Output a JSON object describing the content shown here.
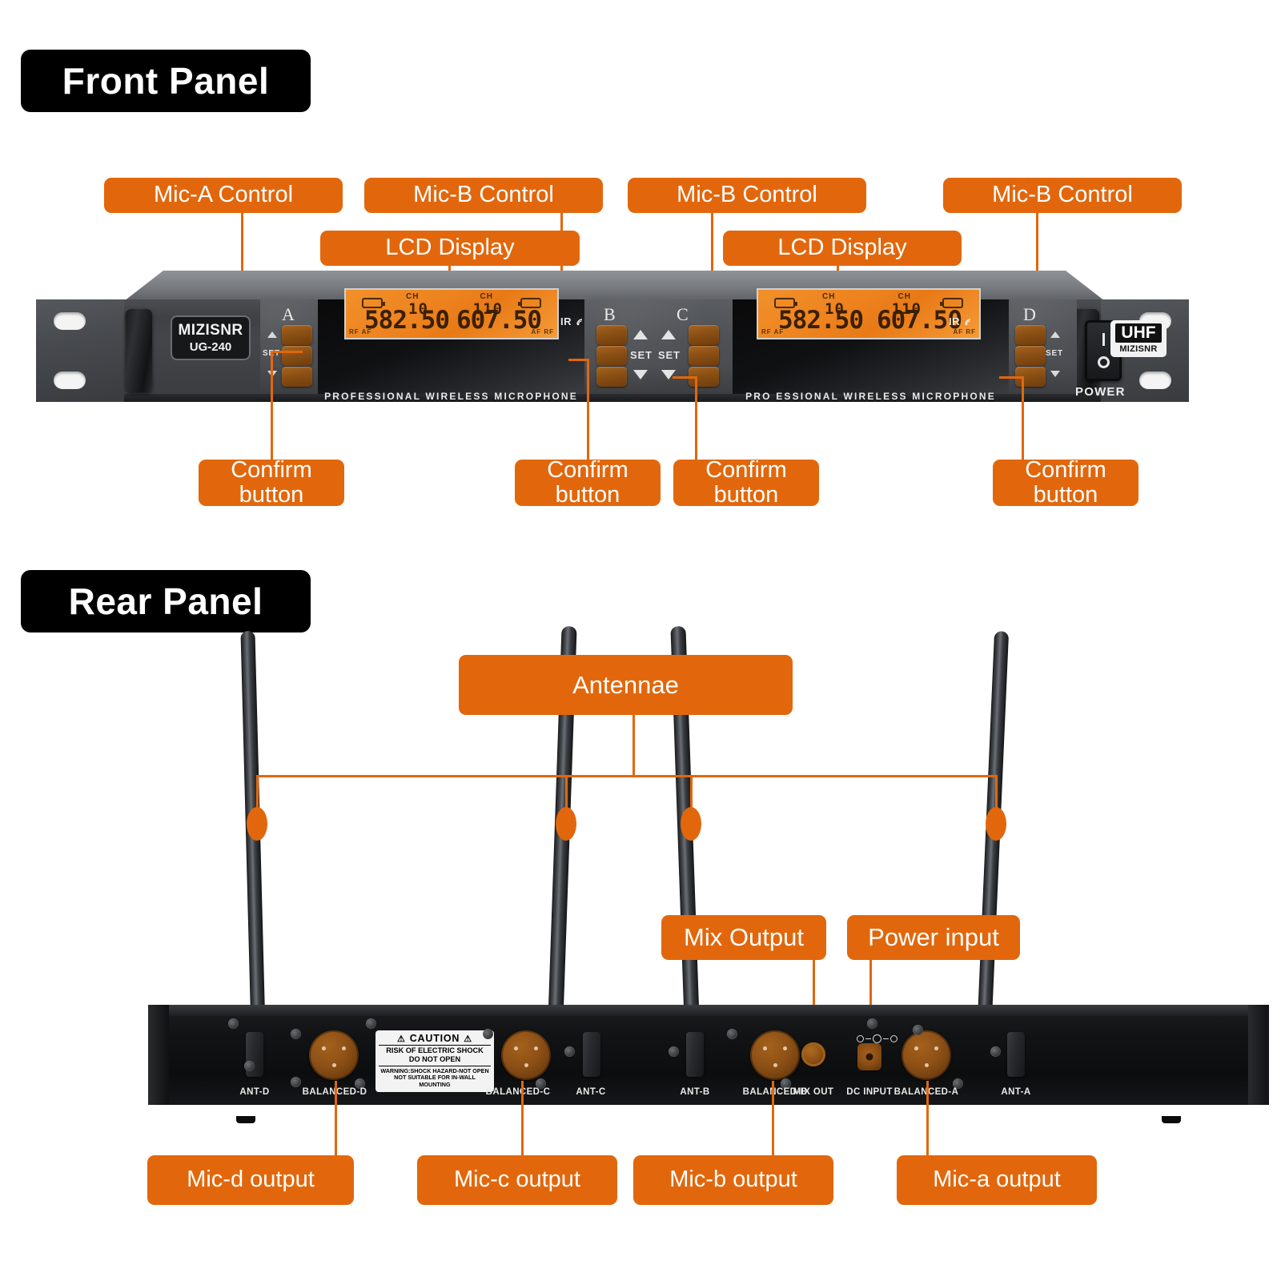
{
  "sections": {
    "front_title": "Front Panel",
    "rear_title": "Rear Panel"
  },
  "colors": {
    "accent": "#E2670C",
    "title_bg": "#000000",
    "lcd": "#EE8420"
  },
  "front": {
    "callouts_top": [
      {
        "label": "Mic-A Control"
      },
      {
        "label": "Mic-B Control"
      },
      {
        "label": "Mic-B Control"
      },
      {
        "label": "Mic-B Control"
      }
    ],
    "callouts_lcd": [
      {
        "label": "LCD Display"
      },
      {
        "label": "LCD Display"
      }
    ],
    "callouts_bottom": [
      {
        "line1": "Confirm",
        "line2": "button"
      },
      {
        "line1": "Confirm",
        "line2": "button"
      },
      {
        "line1": "Confirm",
        "line2": "button"
      },
      {
        "line1": "Confirm",
        "line2": "button"
      }
    ],
    "device": {
      "brand": "MIZISNR",
      "model": "UG-240",
      "uhf_badge": "UHF",
      "uhf_sub": "MIZISNR",
      "power_label": "POWER",
      "power_on_symbol": "I",
      "power_off_symbol": "O",
      "ir_label": "IR",
      "channel_letters": [
        "A",
        "B",
        "C",
        "D"
      ],
      "set_label": "SET"
    },
    "lcd_left": {
      "ch_label_1": "CH",
      "ch_value_1": "10",
      "ch_label_2": "CH",
      "ch_value_2": "110",
      "freq_1": "582.50",
      "freq_2": "607.50",
      "tiny_left": "RF AF",
      "tiny_right": "AF RF",
      "caption": "PROFESSIONAL WIRELESS MICROPHONE"
    },
    "lcd_right": {
      "ch_label_1": "CH",
      "ch_value_1": "10",
      "ch_label_2": "CH",
      "ch_value_2": "110",
      "freq_1": "582.50",
      "freq_2": "607.50",
      "tiny_left": "RF AF",
      "tiny_right": "AF RF",
      "caption": "PRO  ESSIONAL WIRELESS MICROPHONE"
    }
  },
  "rear": {
    "callout_antennae": "Antennae",
    "callout_mix_output": "Mix Output",
    "callout_power_input": "Power input",
    "callouts_bottom": [
      {
        "label": "Mic-d output"
      },
      {
        "label": "Mic-c output"
      },
      {
        "label": "Mic-b output"
      },
      {
        "label": "Mic-a output"
      }
    ],
    "port_labels": [
      {
        "label": "ANT-D"
      },
      {
        "label": "BALANCED-D"
      },
      {
        "label": "BALANCED-C"
      },
      {
        "label": "ANT-C"
      },
      {
        "label": "ANT-B"
      },
      {
        "label": "BALANCED-B"
      },
      {
        "label": "MIX OUT"
      },
      {
        "label": "DC INPUT"
      },
      {
        "label": "BALANCED-A"
      },
      {
        "label": "ANT-A"
      }
    ],
    "caution": {
      "title": "CAUTION",
      "warn_symbol": "⚠",
      "line1": "RISK OF ELECTRIC SHOCK",
      "line2": "DO NOT OPEN",
      "line3": "WARNING:SHOCK HAZARD-NOT OPEN",
      "line4": "NOT SUITABLE FOR IN-WALL MOUNTING"
    }
  }
}
